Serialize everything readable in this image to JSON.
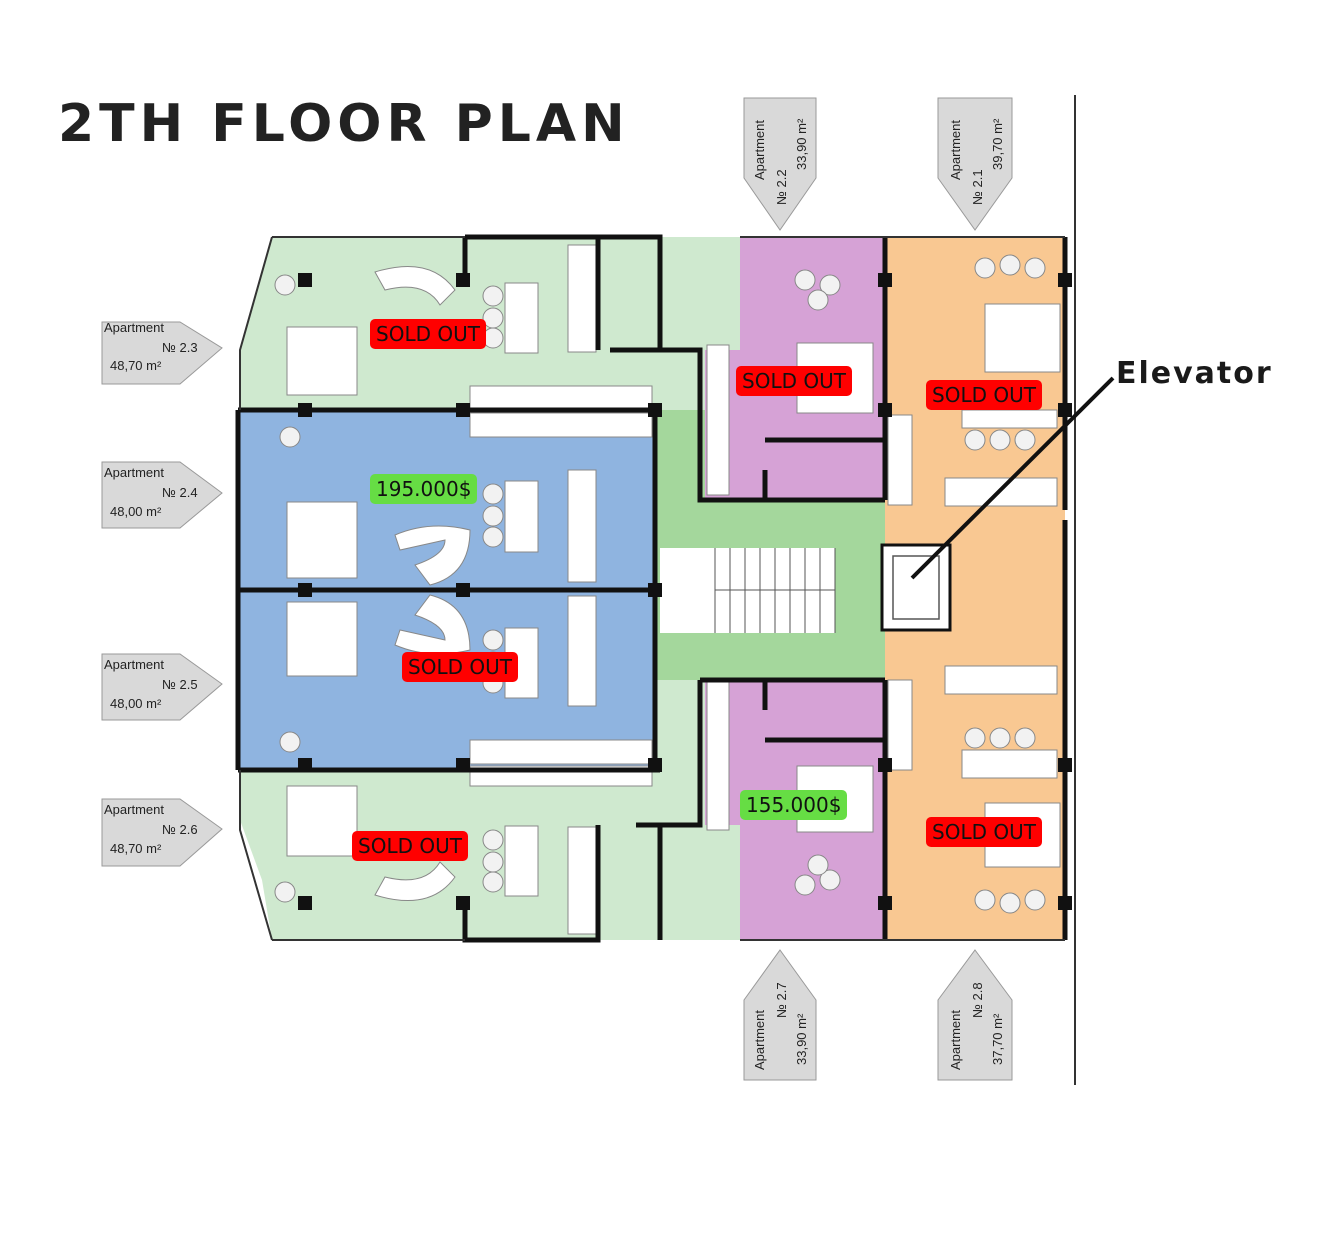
{
  "title": "2TH FLOOR PLAN",
  "elevator_label": "Elevator",
  "apartment_word": "Apartment",
  "apartments": [
    {
      "number": "№ 2.1",
      "area": "39,70 m²",
      "status": "SOLD OUT"
    },
    {
      "number": "№ 2.2",
      "area": "33,90 m²",
      "status": "SOLD OUT"
    },
    {
      "number": "№ 2.3",
      "area": "48,70 m²",
      "status": "SOLD OUT"
    },
    {
      "number": "№ 2.4",
      "area": "48,00 m²",
      "status": "195.000$"
    },
    {
      "number": "№ 2.5",
      "area": "48,00 m²",
      "status": "SOLD OUT"
    },
    {
      "number": "№ 2.6",
      "area": "48,70 m²",
      "status": "SOLD OUT"
    },
    {
      "number": "№ 2.7",
      "area": "33,90 m²",
      "status": "155.000$"
    },
    {
      "number": "№ 2.8",
      "area": "37,70 m²",
      "status": "SOLD OUT"
    }
  ],
  "colors": {
    "green_zone": "#cfe9cf",
    "corridor": "#a4d79c",
    "blue_zone": "#8fb4e0",
    "purple_zone": "#d6a2d6",
    "orange_zone": "#f9c892",
    "sold_tag": "#ff0000",
    "price_tag": "#66dd44",
    "wall": "#111111"
  }
}
